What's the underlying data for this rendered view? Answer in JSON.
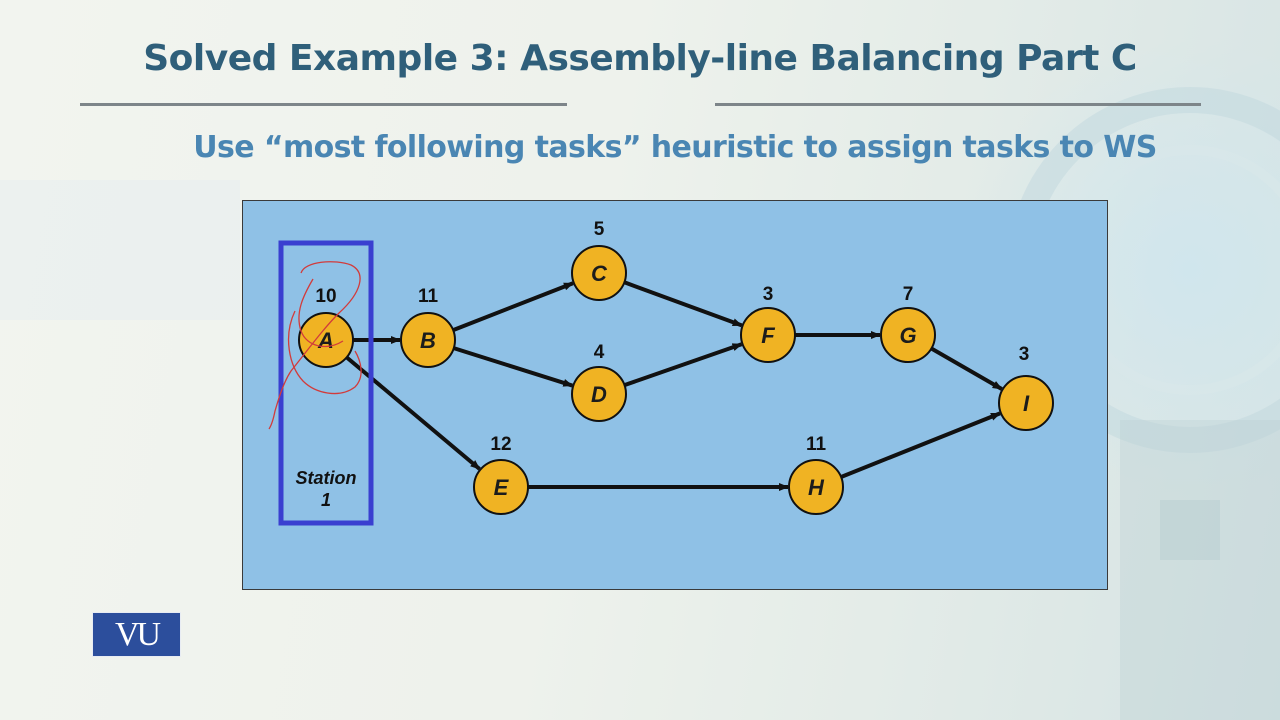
{
  "slide": {
    "title": "Solved Example 3: Assembly-line Balancing Part C",
    "subtitle": "Use “most following tasks” heuristic to assign tasks to WS"
  },
  "diagram": {
    "nodes": [
      {
        "id": "A",
        "label": "A",
        "duration": "10"
      },
      {
        "id": "B",
        "label": "B",
        "duration": "11"
      },
      {
        "id": "C",
        "label": "C",
        "duration": "5"
      },
      {
        "id": "D",
        "label": "D",
        "duration": "4"
      },
      {
        "id": "E",
        "label": "E",
        "duration": "12"
      },
      {
        "id": "F",
        "label": "F",
        "duration": "3"
      },
      {
        "id": "G",
        "label": "G",
        "duration": "7"
      },
      {
        "id": "H",
        "label": "H",
        "duration": "11"
      },
      {
        "id": "I",
        "label": "I",
        "duration": "3"
      }
    ],
    "edges": [
      {
        "from": "A",
        "to": "B"
      },
      {
        "from": "A",
        "to": "E"
      },
      {
        "from": "B",
        "to": "C"
      },
      {
        "from": "B",
        "to": "D"
      },
      {
        "from": "C",
        "to": "F"
      },
      {
        "from": "D",
        "to": "F"
      },
      {
        "from": "F",
        "to": "G"
      },
      {
        "from": "G",
        "to": "I"
      },
      {
        "from": "E",
        "to": "H"
      },
      {
        "from": "H",
        "to": "I"
      }
    ],
    "station": {
      "line1": "Station",
      "line2": "1"
    }
  },
  "logo": {
    "text": "VU"
  },
  "colors": {
    "panel": "#8fc1e6",
    "node_fill": "#f0b323",
    "station_box": "#3a3fd0",
    "title": "#2f5f7a",
    "subtitle": "#4a86b3",
    "annotation": "#d23b3b"
  }
}
